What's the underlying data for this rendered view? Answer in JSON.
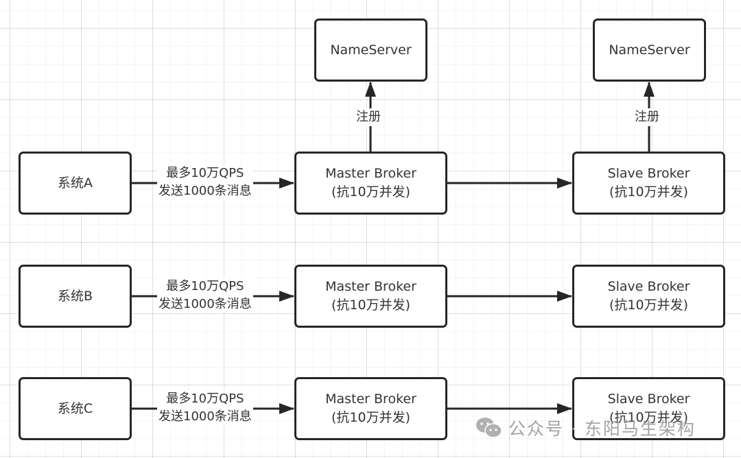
{
  "rows": [
    {
      "system": "系统A",
      "edge_label_line1": "最多10万QPS",
      "edge_label_line2": "发送1000条消息",
      "master_title": "Master Broker",
      "master_sub": "(抗10万并发)",
      "slave_title": "Slave Broker",
      "slave_sub": "(抗10万并发)"
    },
    {
      "system": "系统B",
      "edge_label_line1": "最多10万QPS",
      "edge_label_line2": "发送1000条消息",
      "master_title": "Master Broker",
      "master_sub": "(抗10万并发)",
      "slave_title": "Slave Broker",
      "slave_sub": "(抗10万并发)"
    },
    {
      "system": "系统C",
      "edge_label_line1": "最多10万QPS",
      "edge_label_line2": "发送1000条消息",
      "master_title": "Master Broker",
      "master_sub": "(抗10万并发)",
      "slave_title": "Slave Broker",
      "slave_sub": "(抗10万并发)"
    }
  ],
  "nameservers": [
    {
      "label": "NameServer",
      "edge_label": "注册"
    },
    {
      "label": "NameServer",
      "edge_label": "注册"
    }
  ],
  "watermark": {
    "icon": "wechat-icon",
    "text": "公众号 · 东阳马生架构"
  },
  "colors": {
    "stroke": "#262626",
    "text": "#333333",
    "grid": "#e6e6e6",
    "watermark": "#9a9a9a"
  }
}
